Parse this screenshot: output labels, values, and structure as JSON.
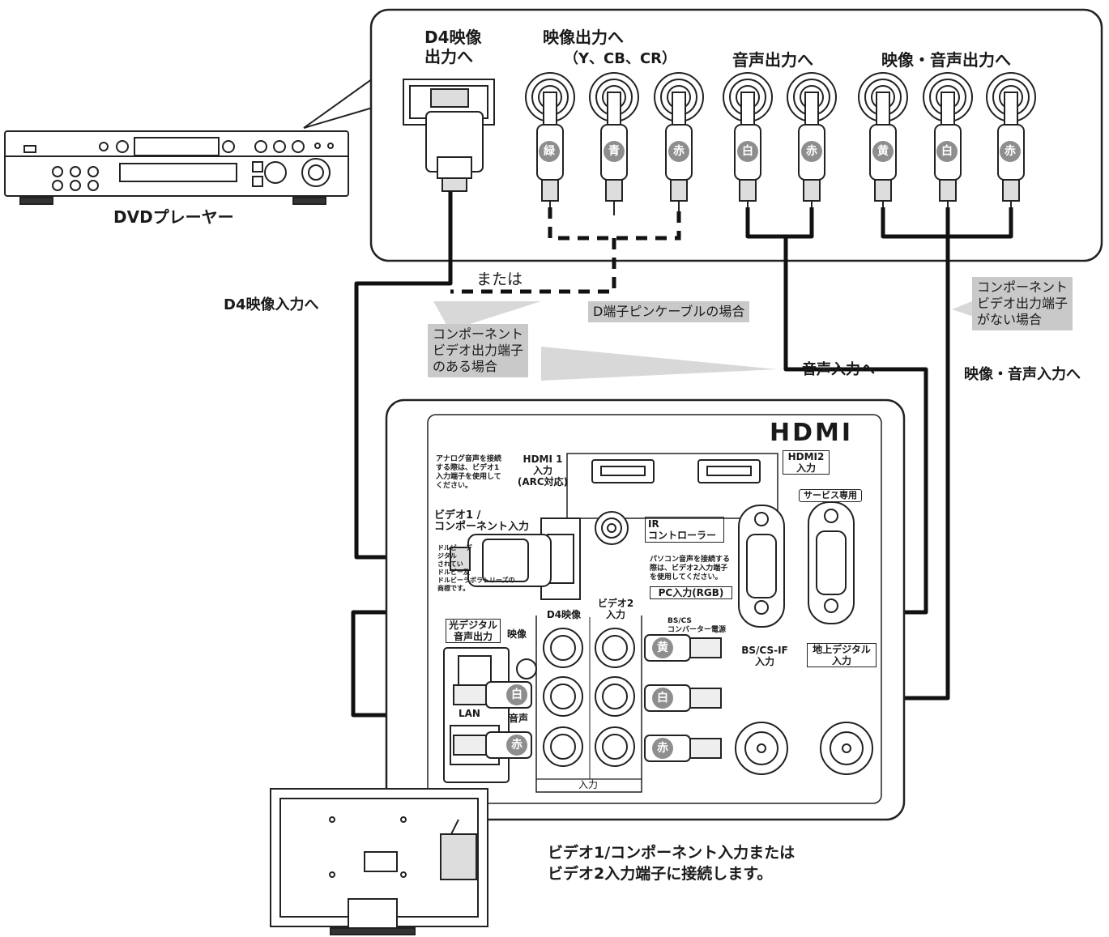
{
  "source_device": {
    "name": "DVDプレーヤー",
    "d4_out": "D4映像\n出力へ",
    "video_out": "映像出力へ",
    "video_out_sub": "（Y、CB、CR）",
    "audio_out": "音声出力へ",
    "av_out": "映像・音声出力へ"
  },
  "plug_colors": {
    "component": [
      "緑",
      "青",
      "赤"
    ],
    "audio": [
      "白",
      "赤"
    ],
    "av": [
      "黄",
      "白",
      "赤"
    ]
  },
  "cable_labels": {
    "d4_in": "D4映像入力へ",
    "or": "または",
    "d_pin": "D端子ピンケーブルの場合",
    "has_component": "コンポーネント\nビデオ出力端子\nのある場合",
    "no_component": "コンポーネント\nビデオ出力端子\nがない場合",
    "audio_in": "音声入力へ",
    "av_in": "映像・音声入力へ"
  },
  "tv_panel": {
    "hdmi_logo": "HDMI",
    "analog_note": "アナログ音声を接続\nする際は、ビデオ1\n入力端子を使用して\nください。",
    "hdmi1": "HDMI 1\n入力\n(ARC対応)",
    "hdmi2": "HDMI2\n入力",
    "service": "サービス専用",
    "ir": "IR\nコントローラー",
    "video1": "ビデオ1 /\nコンポーネント入力",
    "dolby": "ドルビー デ\nジタル\nされてい\nドルビー及\nドルビーラボラトリーズの\n商標です。",
    "pc_note": "パソコン音声を接続する\n際は、ビデオ2入力端子\nを使用してください。",
    "pc_in": "PC入力(RGB)",
    "video2": "ビデオ2\n入力",
    "d4_video": "D4映像",
    "optical": "光デジタル\n音声出力",
    "video": "映像",
    "audio": "音声",
    "lan": "LAN",
    "bs_power": "BS/CS\nコンバーター電源",
    "bs_if": "BS/CS-IF\n入力",
    "terrestrial": "地上デジタル\n入力",
    "input": "入力",
    "plug_badges": [
      "黄",
      "白",
      "白",
      "赤",
      "赤"
    ]
  },
  "caption": "ビデオ1/コンポーネント入力または\nビデオ2入力端子に接続します。"
}
